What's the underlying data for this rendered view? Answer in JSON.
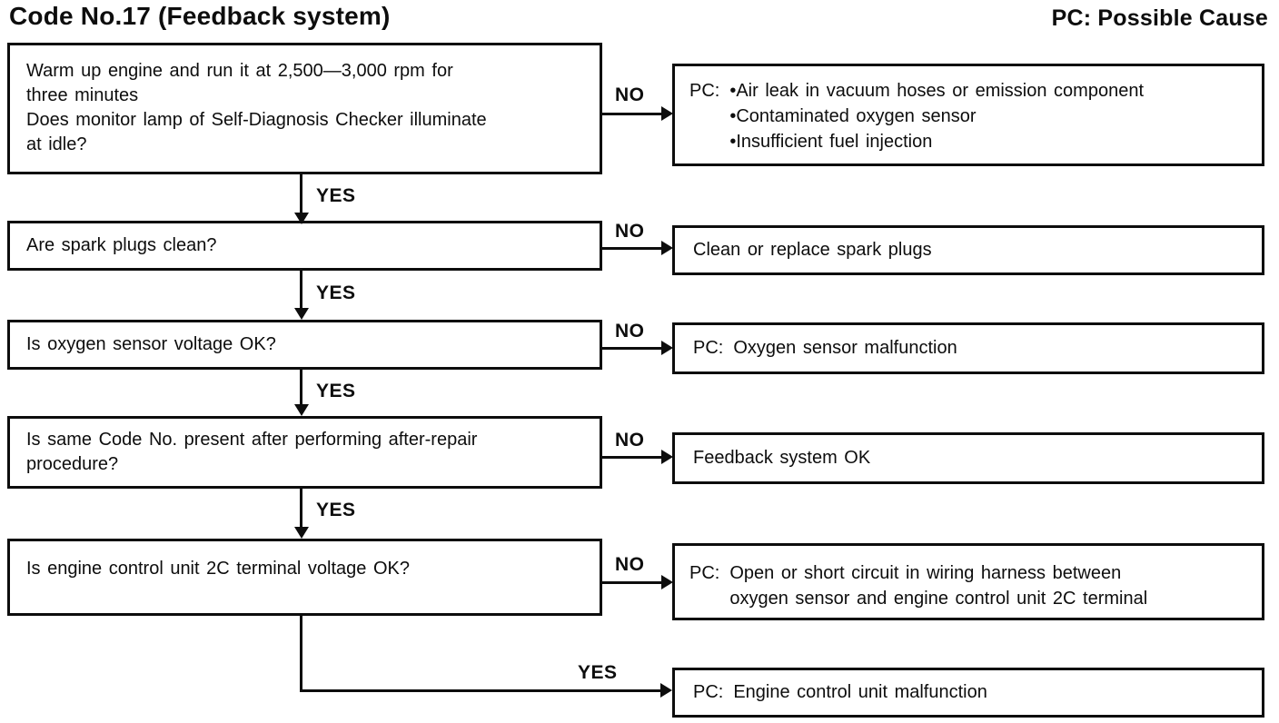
{
  "header": {
    "title": "Code No.17 (Feedback system)",
    "legend": "PC: Possible Cause"
  },
  "labels": {
    "yes": "YES",
    "no": "NO"
  },
  "flowchart": {
    "questions": [
      {
        "lines": [
          "Warm up engine and run it at 2,500—3,000 rpm for",
          "three minutes",
          "Does monitor lamp of Self-Diagnosis Checker illuminate",
          "at idle?"
        ]
      },
      {
        "lines": [
          "Are spark plugs clean?"
        ]
      },
      {
        "lines": [
          "Is oxygen sensor voltage OK?"
        ]
      },
      {
        "lines": [
          "Is same Code No. present after performing after-repair",
          "procedure?"
        ]
      },
      {
        "lines": [
          "Is engine control unit 2C terminal voltage OK?"
        ]
      }
    ],
    "results": [
      {
        "prefix": "PC:",
        "items": [
          "•Air leak in vacuum hoses or emission component",
          "•Contaminated oxygen sensor",
          "•Insufficient fuel injection"
        ]
      },
      {
        "text": "Clean or replace spark plugs"
      },
      {
        "prefix": "PC:",
        "text": "Oxygen sensor malfunction"
      },
      {
        "text": "Feedback system OK"
      },
      {
        "prefix": "PC:",
        "lines": [
          "Open or short circuit in wiring harness between",
          "oxygen sensor and engine control unit 2C terminal"
        ]
      },
      {
        "prefix": "PC:",
        "text": "Engine control unit malfunction"
      }
    ],
    "colors": {
      "ink": "#0d0d0d",
      "paper": "#ffffff"
    }
  }
}
